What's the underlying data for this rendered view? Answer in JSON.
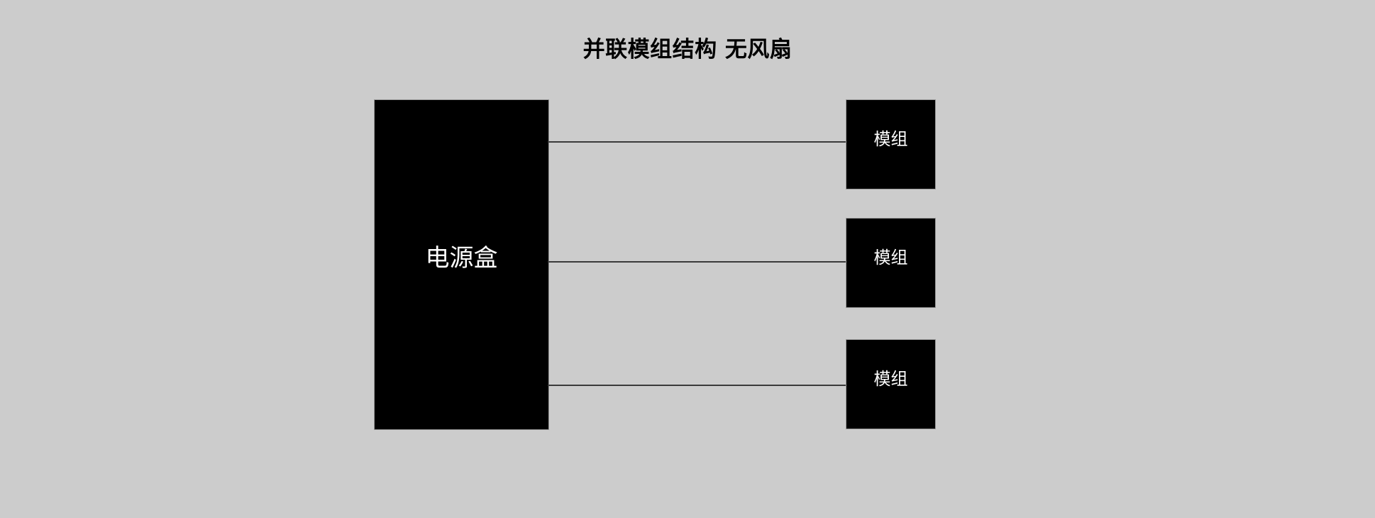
{
  "diagram": {
    "title": "并联模组结构 无风扇",
    "background_color": "#cccccc",
    "node_fill_color": "#000000",
    "node_text_color": "#ffffff",
    "connector_color": "#3a3a3a",
    "nodes": [
      {
        "id": "power-box",
        "label": "电源盒",
        "role": "source"
      },
      {
        "id": "module-box-1",
        "label": "模组",
        "role": "module"
      },
      {
        "id": "module-box-2",
        "label": "模组",
        "role": "module"
      },
      {
        "id": "module-box-3",
        "label": "模组",
        "role": "module"
      }
    ],
    "connectors": [
      {
        "id": "connector-1",
        "from": "power-box",
        "to": "module-box-1"
      },
      {
        "id": "connector-2",
        "from": "power-box",
        "to": "module-box-2"
      },
      {
        "id": "connector-3",
        "from": "power-box",
        "to": "module-box-3"
      }
    ]
  }
}
